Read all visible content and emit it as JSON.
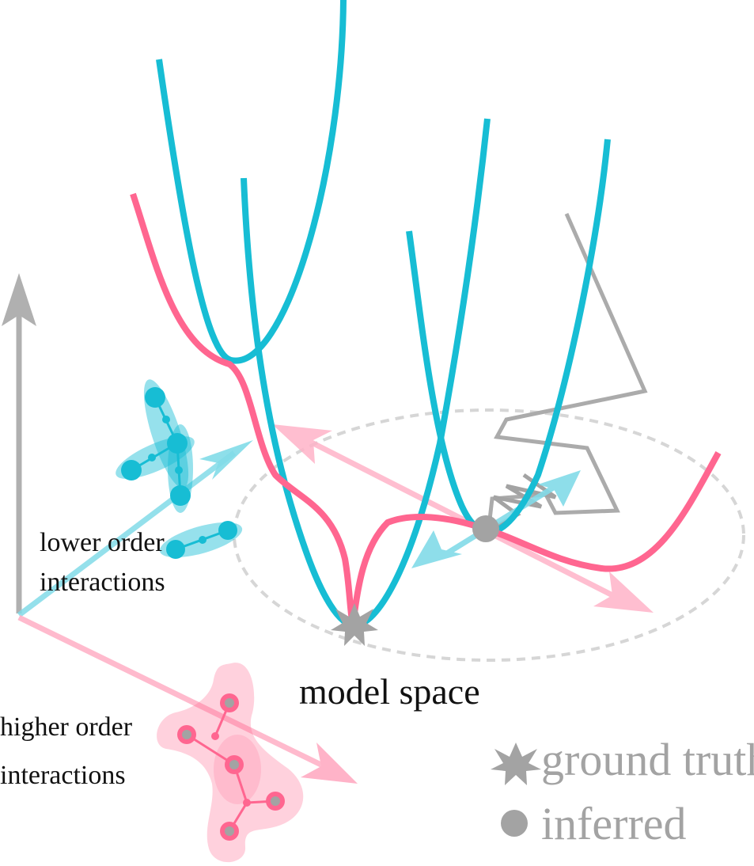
{
  "labels": {
    "lower": [
      "lower order",
      "interactions"
    ],
    "higher": [
      "higher order",
      "interactions"
    ],
    "model_space": "model space"
  },
  "legend": {
    "ground_truth": "ground truth",
    "inferred": "inferred"
  },
  "colors": {
    "cyan": "#17bdd4",
    "pink": "#ff6690",
    "gray": "#a8a8a8",
    "light_cyan": "#82dbe8",
    "light_pink": "#ffb3c8"
  },
  "icons": {
    "ground_truth": "star-icon",
    "inferred": "dot-icon"
  }
}
